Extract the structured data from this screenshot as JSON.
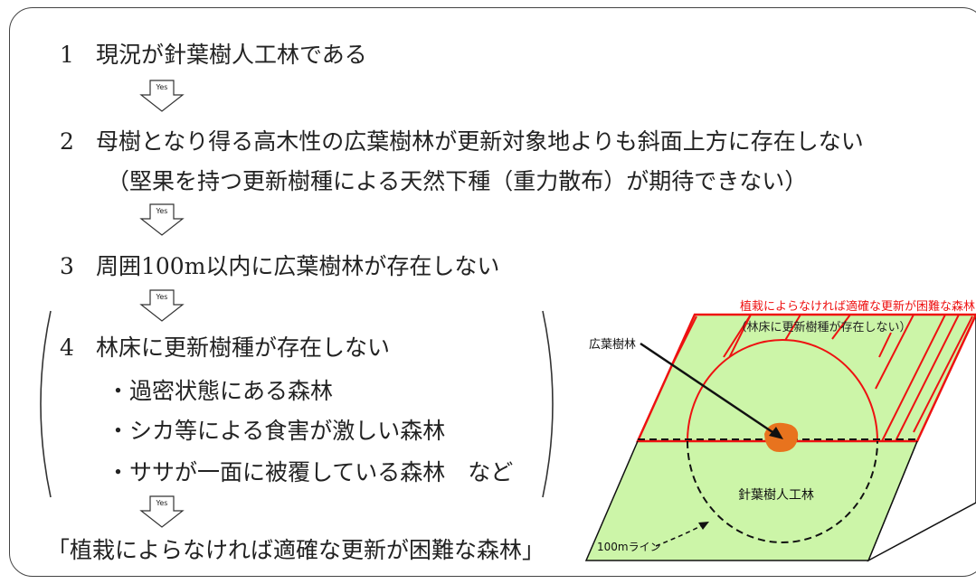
{
  "steps": [
    {
      "num": "1",
      "text": "現況が針葉樹人工林である"
    },
    {
      "num": "2",
      "text": "母樹となり得る高木性の広葉樹林が更新対象地よりも斜面上方に存在しない",
      "subtext": "（堅果を持つ更新樹種による天然下種（重力散布）が期待できない）"
    },
    {
      "num": "3",
      "text": "周囲100m以内に広葉樹林が存在しない"
    },
    {
      "num": "4",
      "text": "林床に更新樹種が存在しない",
      "bullets": [
        "・過密状態にある森林",
        "・シカ等による食害が激しい森林",
        "・ササが一面に被覆している森林　など"
      ]
    }
  ],
  "arrow_label": "Yes",
  "conclusion": "「植栽によらなければ適確な更新が困難な森林」",
  "illustration": {
    "title": "植栽によらなければ適確な更新が困難な森林",
    "subtitle": "（林床に更新樹種が存在しない）",
    "broadleaf_label": "広葉樹林",
    "plantation_label": "針葉樹人工林",
    "line_label": "100mライン",
    "colors": {
      "field": "#ccf5a8",
      "red": "#ee1111",
      "patch": "#e8731e",
      "outline": "#111111"
    }
  }
}
